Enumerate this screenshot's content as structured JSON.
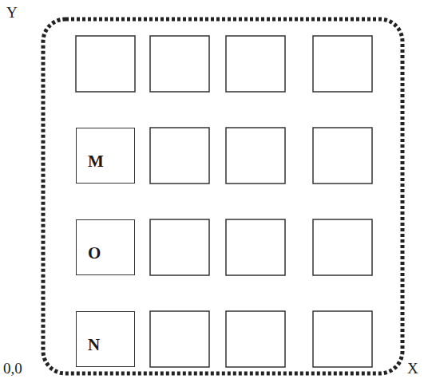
{
  "diagram": {
    "nodes": [
      {
        "text": [
          "M"
        ]
      },
      {
        "text": [
          "O"
        ]
      },
      {
        "text": [
          "N"
        ]
      }
    ],
    "labels": [
      "Y",
      "0,0",
      "X"
    ]
  }
}
